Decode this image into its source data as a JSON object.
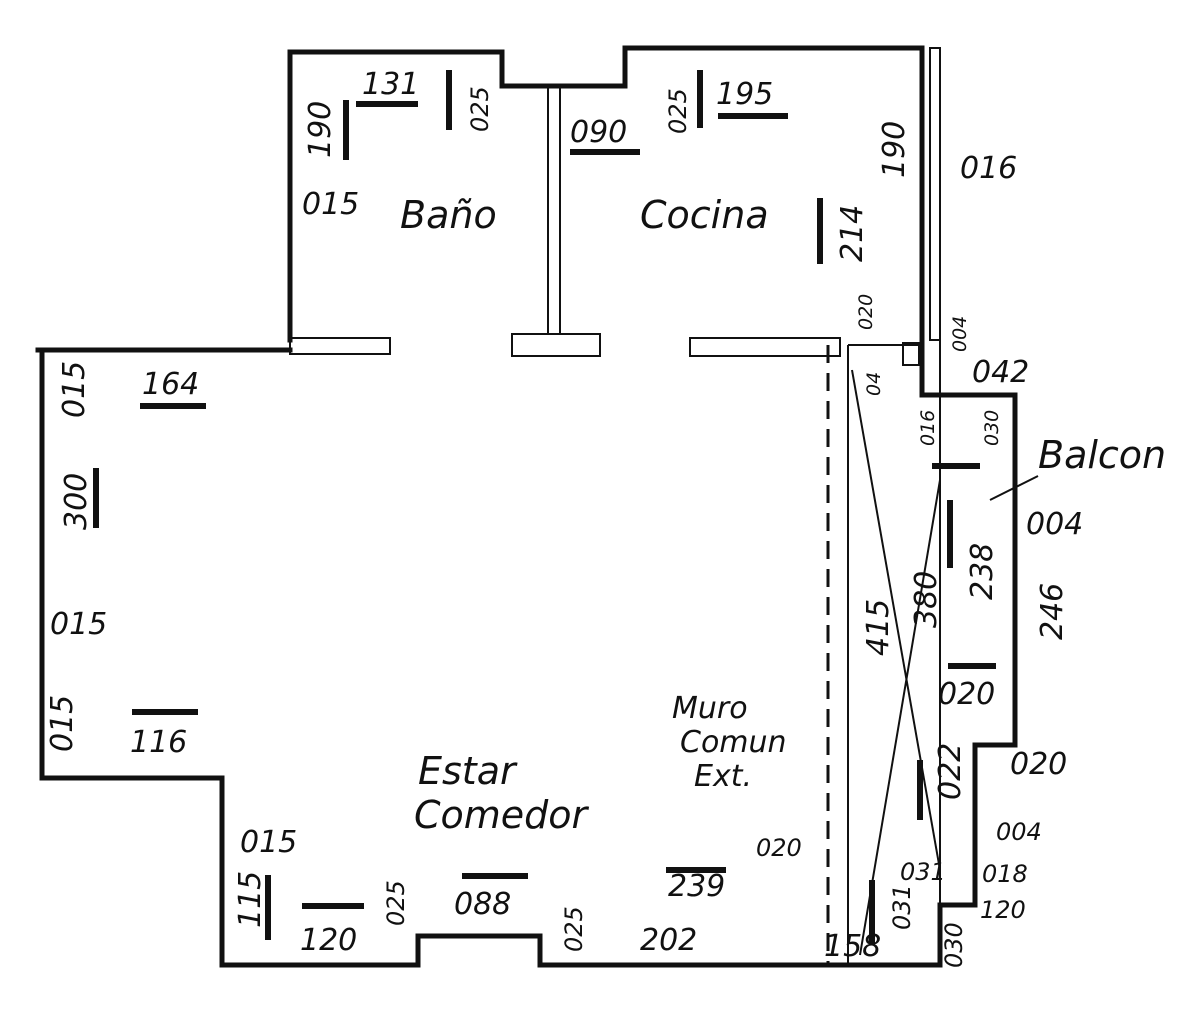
{
  "rooms": {
    "bano": "Baño",
    "cocina": "Cocina",
    "estar": "Estar",
    "comedor": "Comedor",
    "balcon": "Balcon",
    "muro_1": "Muro",
    "muro_2": "Comun",
    "muro_3": "Ext."
  },
  "dimensions": {
    "d131": "131",
    "d190_bano": "190",
    "d025_bano": "025",
    "d015_bano": "015",
    "d090": "090",
    "d025_cocina": "025",
    "d195": "195",
    "d190_cocina": "190",
    "d016_top": "016",
    "d214": "214",
    "d020_cocina": "020",
    "d004_top": "004",
    "d042": "042",
    "d164": "164",
    "d015_left_top": "015",
    "d300": "300",
    "d015_left_mid": "015",
    "d015_left_low": "015",
    "d116": "116",
    "d015_bottom": "015",
    "d115": "115",
    "d120_bottom": "120",
    "d025_bottom_a": "025",
    "d088": "088",
    "d025_bottom_b": "025",
    "d239": "239",
    "d202": "202",
    "d020_muro": "020",
    "d158": "158",
    "d031_a": "031",
    "d031_b": "031",
    "d030": "030",
    "d415": "415",
    "d380": "380",
    "d238": "238",
    "d004_mid": "004",
    "d246": "246",
    "d020_balc": "020",
    "d022": "022",
    "d020_right": "020",
    "d004_low": "004",
    "d018": "018",
    "d120_right": "120",
    "d016_balc": "016",
    "d030_small": "030",
    "d04_small": "04"
  }
}
